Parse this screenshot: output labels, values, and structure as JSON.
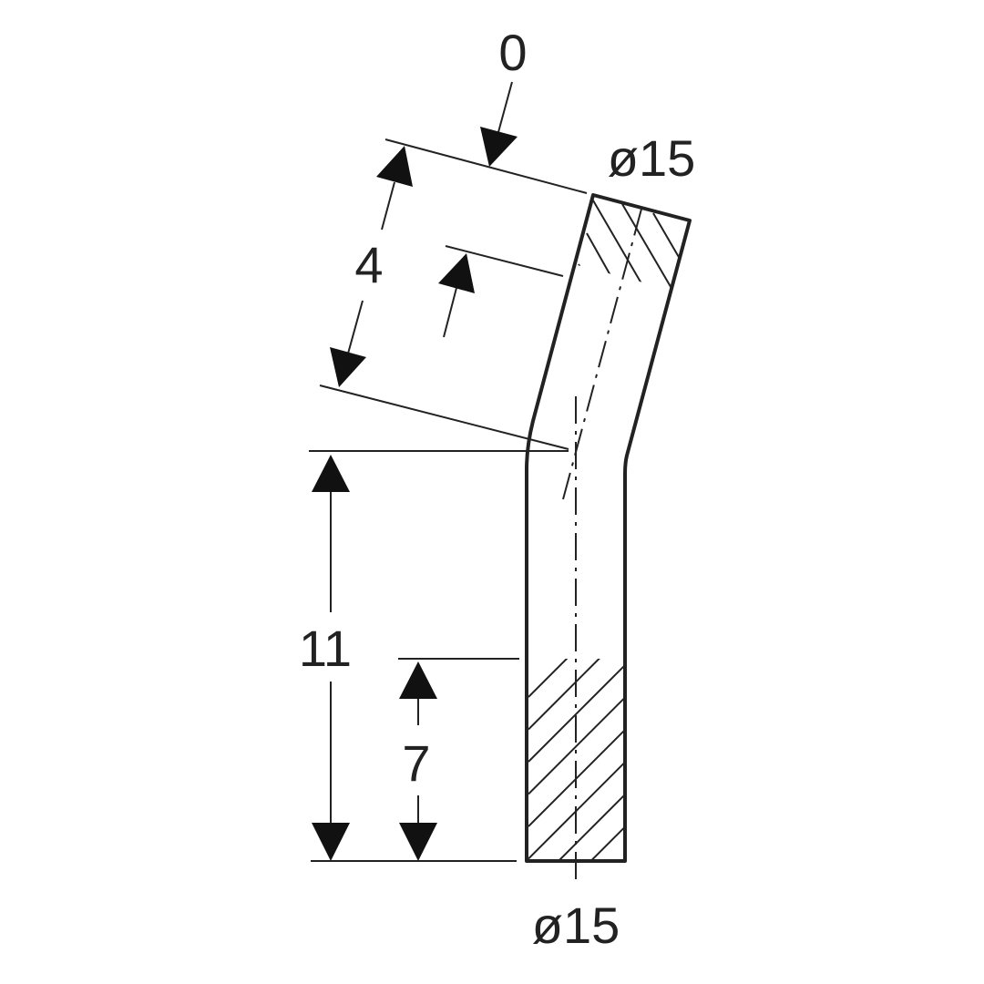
{
  "drawing": {
    "labels": {
      "angle": "0",
      "top_diameter": "ø15",
      "angled_length": "4",
      "total_height": "11",
      "hatched_height": "7",
      "bottom_diameter": "ø15"
    },
    "colors": {
      "line": "#222222",
      "background": "#ffffff"
    }
  }
}
